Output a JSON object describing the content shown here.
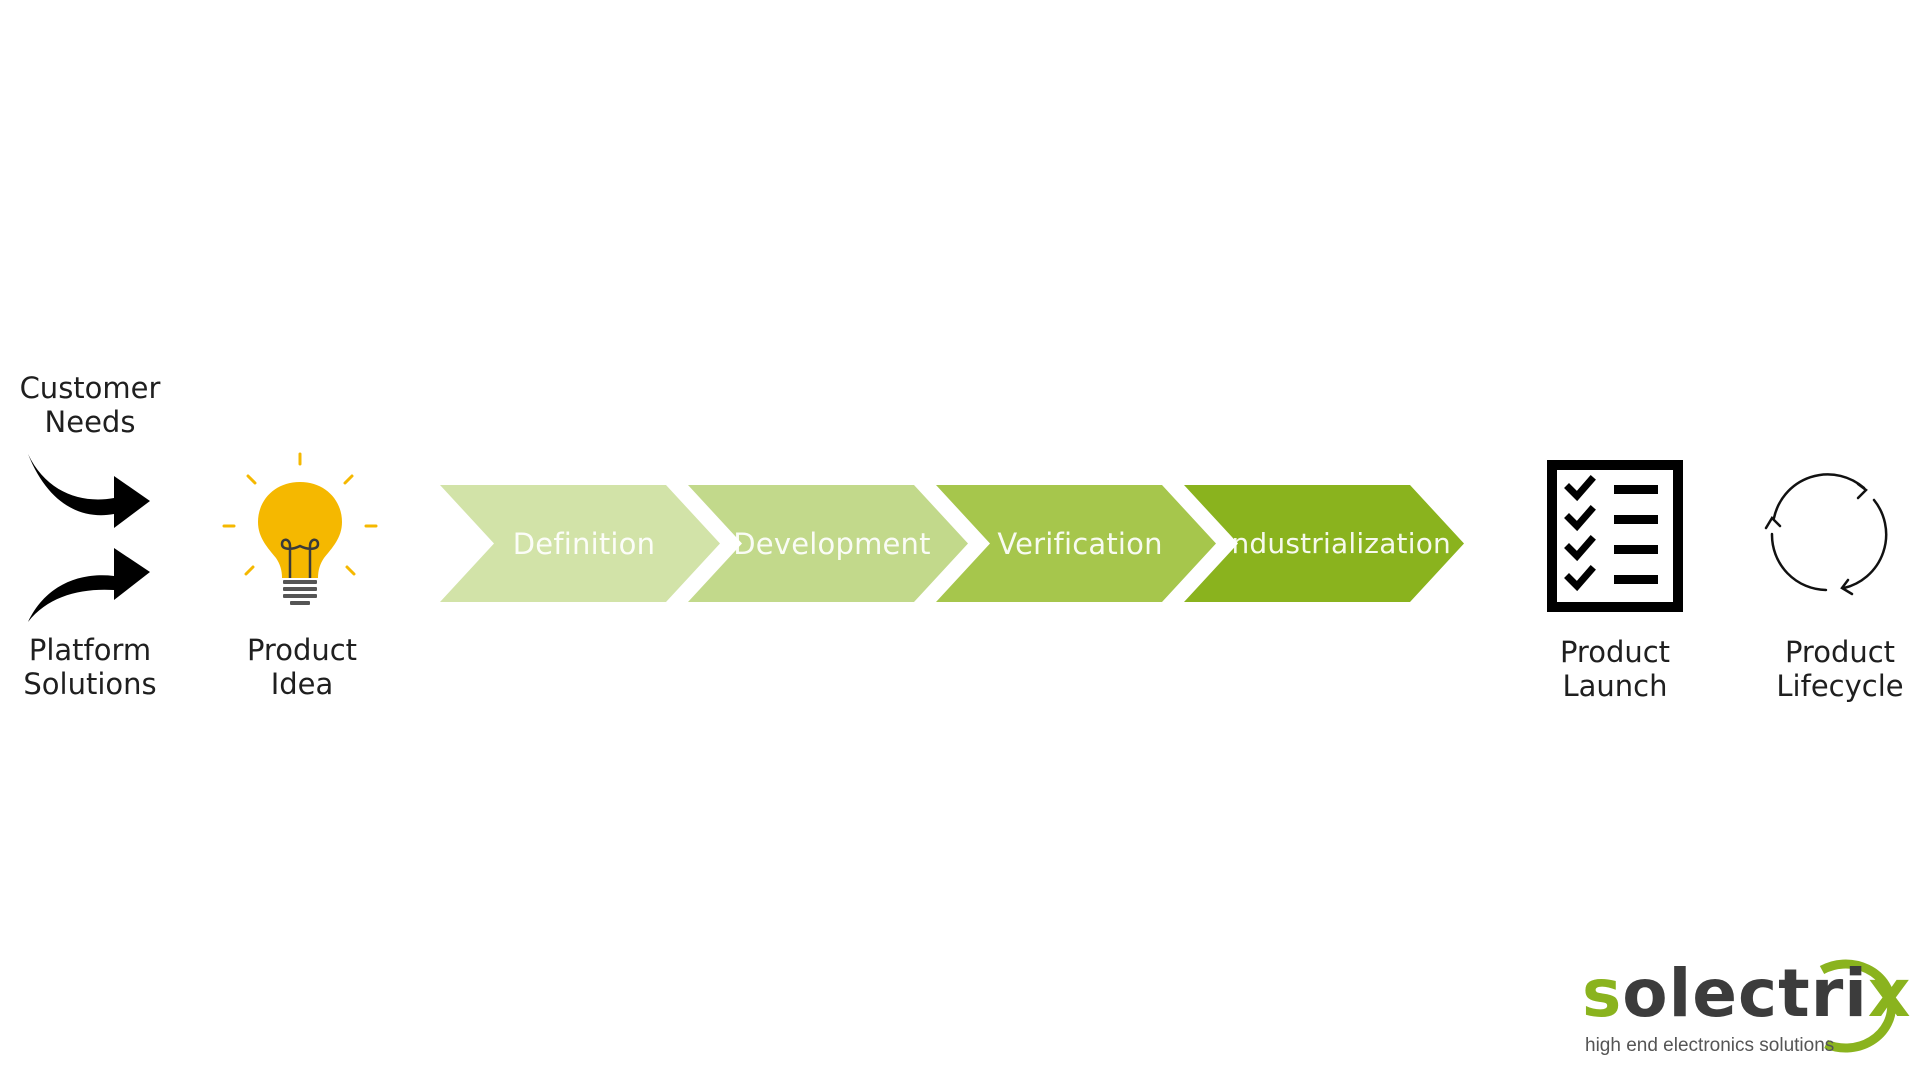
{
  "left_inputs": {
    "customer_needs": [
      "Customer",
      "Needs"
    ],
    "platform_solutions": [
      "Platform",
      "Solutions"
    ]
  },
  "product_idea": [
    "Product",
    "Idea"
  ],
  "phases": [
    {
      "label": "Definition",
      "color": "#d2e3a8"
    },
    {
      "label": "Development",
      "color": "#c2d98b"
    },
    {
      "label": "Verification",
      "color": "#a6c64c"
    },
    {
      "label": "Industrialization",
      "color": "#8ab31e"
    }
  ],
  "product_launch": [
    "Product",
    "Launch"
  ],
  "product_lifecycle": [
    "Product",
    "Lifecycle"
  ],
  "icons": {
    "arrows": "curved-arrow-icon",
    "idea": "lightbulb-icon",
    "launch": "checklist-icon",
    "lifecycle": "cycle-arrows-icon"
  },
  "logo": {
    "word_s": "s",
    "word_mid": "olectri",
    "word_x": "x",
    "tagline": "high end electronics solutions",
    "brand_color": "#8ab31e"
  }
}
